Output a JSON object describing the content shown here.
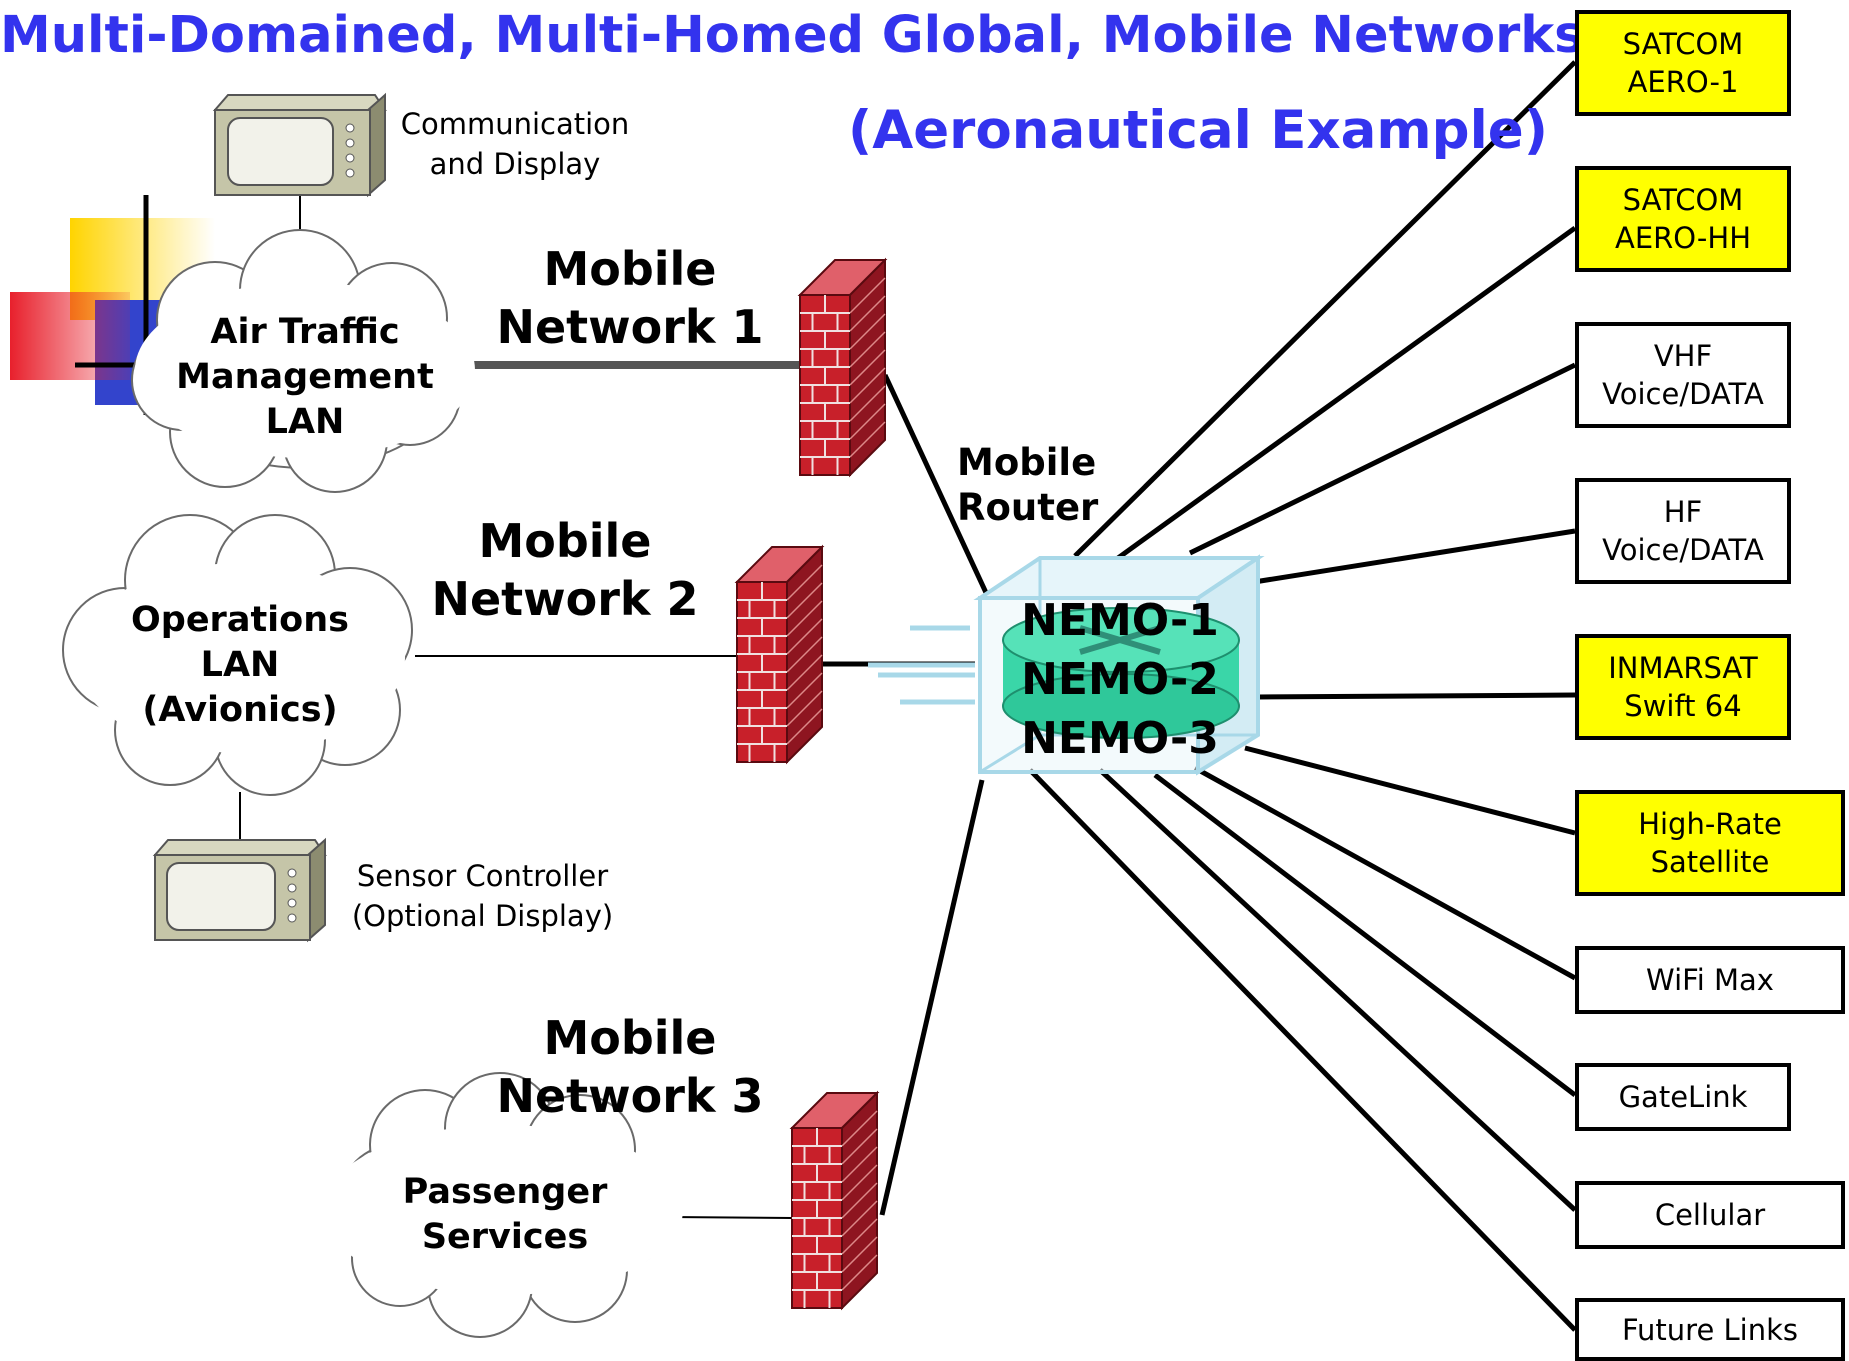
{
  "title": "Multi-Domained, Multi-Homed Global, Mobile Networks",
  "subtitle": "(Aeronautical Example)",
  "colors": {
    "title": "#3333ee",
    "highlight_box": "#ffff00",
    "firewall": "#c8202a",
    "router_body": "#3ad6a8",
    "router_frame": "#a8d8e8"
  },
  "networks": [
    {
      "title": "Mobile\nNetwork 1",
      "cloud": "Air Traffic\nManagement\nLAN"
    },
    {
      "title": "Mobile\nNetwork 2",
      "cloud": "Operations\nLAN\n(Avionics)"
    },
    {
      "title": "Mobile\nNetwork 3",
      "cloud": "Passenger\nServices"
    }
  ],
  "devices": [
    {
      "label": "Communication\nand Display",
      "icon": "monitor-icon"
    },
    {
      "label": "Sensor Controller\n(Optional Display)",
      "icon": "monitor-icon"
    }
  ],
  "router": {
    "label": "Mobile\nRouter",
    "instances": [
      "NEMO-1",
      "NEMO-2",
      "NEMO-3"
    ],
    "icon": "router-icon"
  },
  "links": [
    {
      "label": "SATCOM\nAERO-1",
      "highlight": true
    },
    {
      "label": "SATCOM\nAERO-HH",
      "highlight": true
    },
    {
      "label": "VHF\nVoice/DATA",
      "highlight": false
    },
    {
      "label": "HF\nVoice/DATA",
      "highlight": false
    },
    {
      "label": "INMARSAT\nSwift 64",
      "highlight": true
    },
    {
      "label": "High-Rate\nSatellite",
      "highlight": true
    },
    {
      "label": "WiFi Max",
      "highlight": false
    },
    {
      "label": "GateLink",
      "highlight": false
    },
    {
      "label": "Cellular",
      "highlight": false
    },
    {
      "label": "Future Links",
      "highlight": false
    }
  ]
}
